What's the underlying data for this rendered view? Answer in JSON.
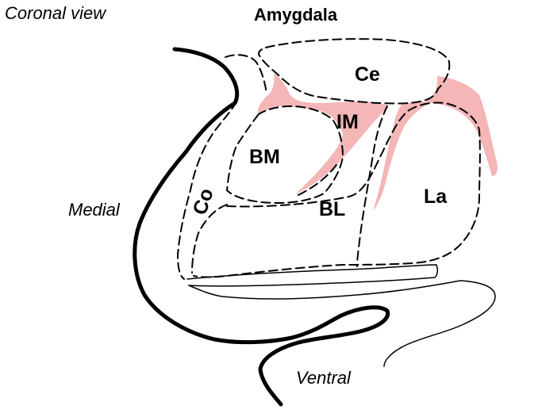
{
  "view_label": "Coronal view",
  "title": "Amygdala",
  "direction_labels": {
    "medial": "Medial",
    "ventral": "Ventral"
  },
  "nuclei": {
    "ce": "Ce",
    "im": "IM",
    "bm": "BM",
    "bl": "BL",
    "la": "La",
    "co": "Co"
  },
  "colors": {
    "intercalated_fill": "#f4b6b6",
    "outline": "#000000",
    "background": "#ffffff"
  }
}
